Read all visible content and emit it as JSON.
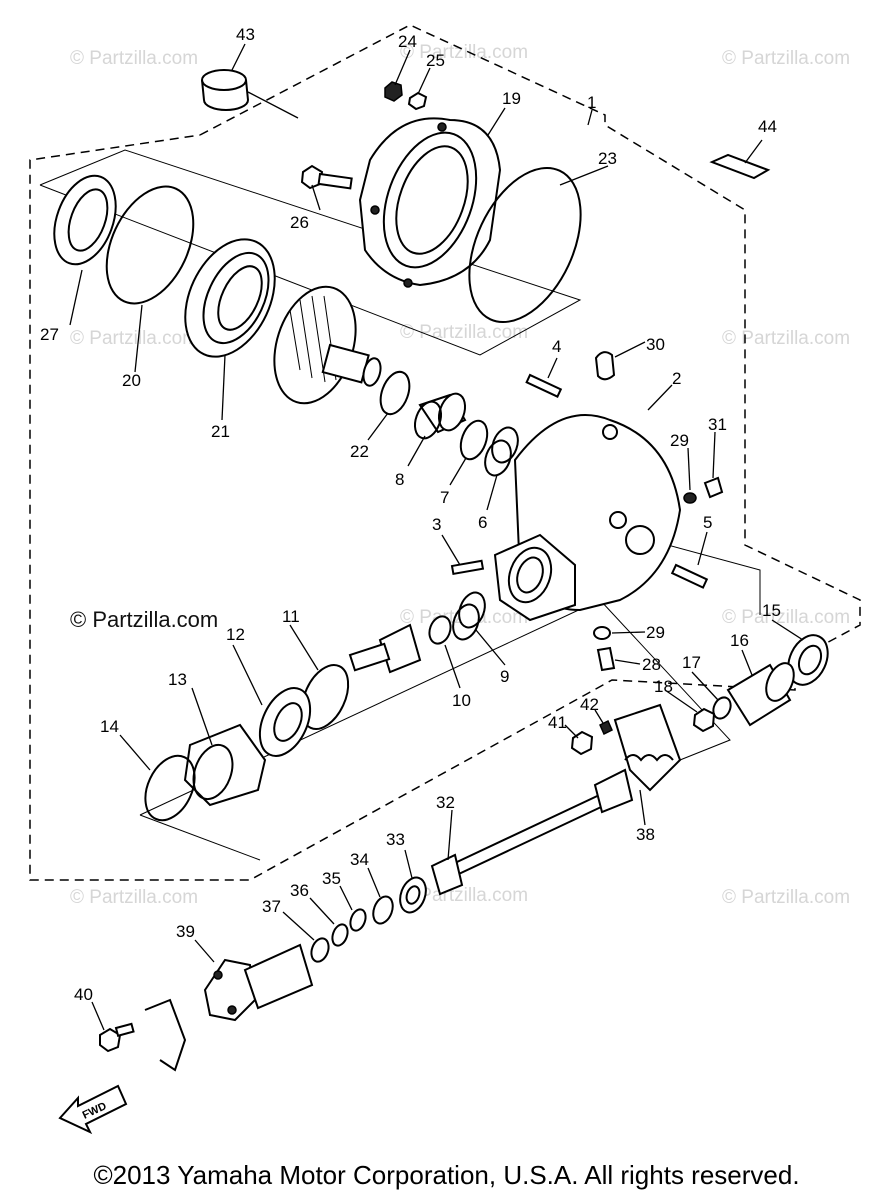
{
  "watermark": "© Partzilla.com",
  "credit": "© Partzilla.com",
  "copyright": "©2013 Yamaha Motor Corporation, U.S.A. All rights reserved.",
  "fwd_label": "FWD",
  "callouts": [
    "1",
    "2",
    "3",
    "4",
    "5",
    "6",
    "7",
    "8",
    "9",
    "10",
    "11",
    "12",
    "13",
    "14",
    "15",
    "16",
    "17",
    "18",
    "19",
    "20",
    "21",
    "22",
    "23",
    "24",
    "25",
    "26",
    "27",
    "28",
    "29",
    "29",
    "30",
    "31",
    "32",
    "33",
    "34",
    "35",
    "36",
    "37",
    "38",
    "39",
    "40",
    "41",
    "42",
    "43",
    "44"
  ]
}
